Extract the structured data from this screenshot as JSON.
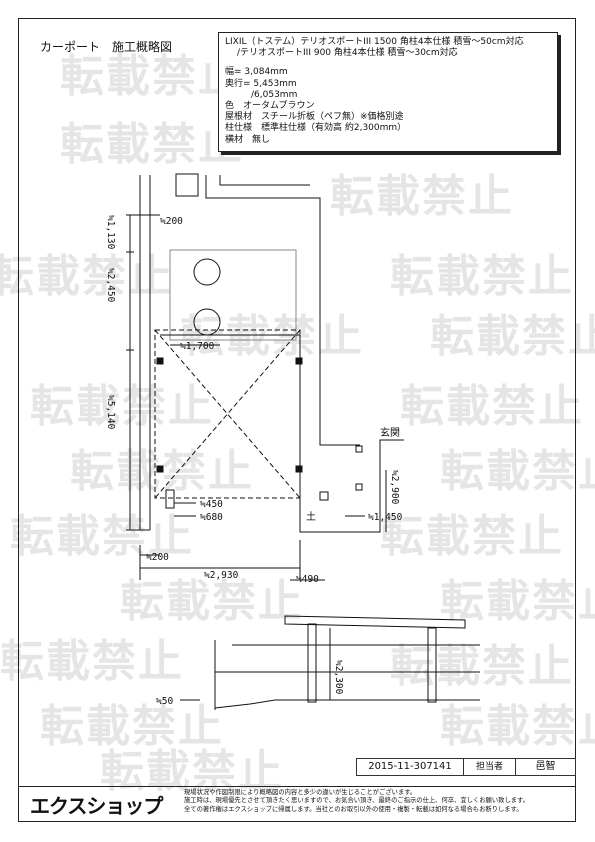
{
  "title": "カーポート　施工概略図",
  "spec": {
    "line1": "LIXIL（トステム）テリオスポートIII 1500 角柱4本仕様 積雪〜50cm対応",
    "line2": "/テリオスポートIII 900 角柱4本仕様 積雪〜30cm対応",
    "width": "幅= 3,084mm",
    "depth": "奥行= 5,453mm",
    "depth2": "/6,053mm",
    "color": "色　オータムブラウン",
    "roof": "屋根材　スチール折板（ペフ無）※価格別途",
    "pillar": "柱仕様　標準柱仕様（有効高 約2,300mm）",
    "beam": "横材　無し"
  },
  "dims": {
    "d200_top": "≒200",
    "d1130": "≒1,130",
    "d2450": "≒2,450",
    "d1700": "≒1,700",
    "d5140": "≒5,140",
    "d450": "≒450",
    "d680": "≒680",
    "d1450": "≒1,450",
    "d2900": "≒2,900",
    "d200_bottom": "≒200",
    "d2930": "≒2,930",
    "d490": "≒490",
    "d2300": "≒2,300",
    "d50": "≒50"
  },
  "labels": {
    "entrance": "玄関",
    "soil": "土"
  },
  "watermark_text": "転載禁止",
  "footer": {
    "doc_id": "2015-11-307141",
    "role": "担当者",
    "name": "邑智",
    "logo": "エクスショップ",
    "note1": "現場状況や作図制限により概略図の内容と多少の違いが生じることがございます。",
    "note2": "施工時は、現場優先とさせて頂きたく思いますので、お気合い頂き、最終のご指示の仕上、何卒、宜しくお願い致します。",
    "note3": "全ての著作権はエクスショップに帰属します。当社とのお取引以外の使用・複製・転載は如何なる場合もお断りします。"
  }
}
